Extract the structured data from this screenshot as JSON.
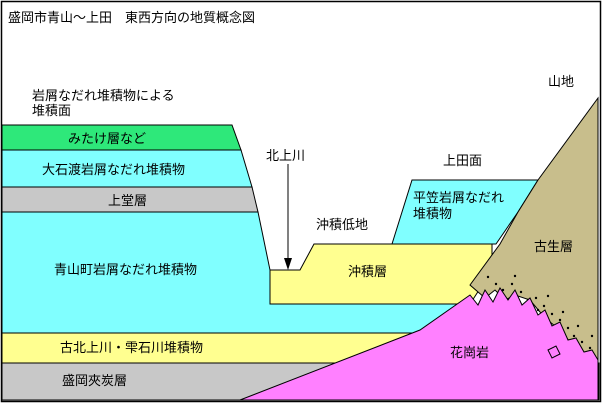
{
  "title": "盛岡市青山〜上田　東西方向の地質概念図",
  "labels": {
    "debris_surface_line1": "岩屑なだれ堆積物による",
    "debris_surface_line2": "堆積面",
    "mitake": "みたけ層など",
    "oishiwatari": "大石渡岩屑なだれ堆積物",
    "joudou": "上堂層",
    "aoyamacho": "青山町岩屑なだれ堆積物",
    "kokitakami": "古北上川・雫石川堆積物",
    "morioka_kyotan": "盛岡夾炭層",
    "kitakami_river": "北上川",
    "alluvial_lowland": "沖積低地",
    "alluvial_layer": "沖積層",
    "ueda_surface": "上田面",
    "hirakasa_line1": "平笠岩屑なだれ",
    "hirakasa_line2": "堆積物",
    "mountain": "山地",
    "paleozoic": "古生層",
    "granite": "花崗岩"
  },
  "colors": {
    "mitake": "#2ee87a",
    "cyan": "#80ffff",
    "joudou": "#c8c8c8",
    "yellow": "#ffff90",
    "granite": "#ff80ff",
    "paleozoic": "#c8be8c",
    "outline": "#000000"
  }
}
